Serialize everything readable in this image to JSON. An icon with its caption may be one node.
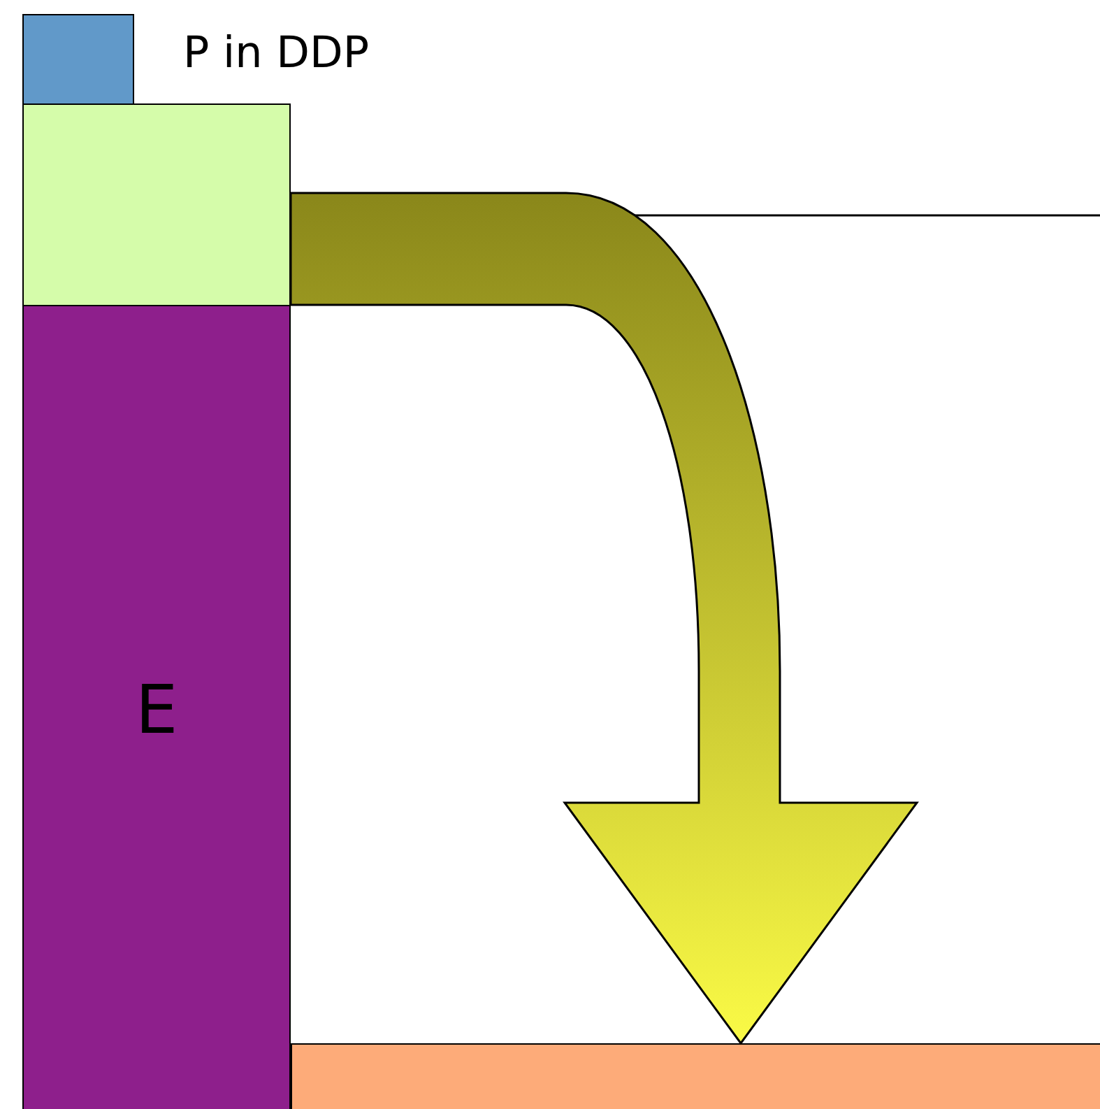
{
  "diagram": {
    "nodes": [
      {
        "text": [],
        "shape": "box",
        "beside": [
          "P in DDP"
        ]
      },
      {
        "text": [],
        "shape": "box"
      },
      {
        "text": [
          "E"
        ]
      },
      {
        "text": [],
        "shape": "bar"
      }
    ],
    "edges": [
      {
        "from": 1,
        "to": 3,
        "arrow": "to",
        "style": "thick"
      }
    ]
  }
}
